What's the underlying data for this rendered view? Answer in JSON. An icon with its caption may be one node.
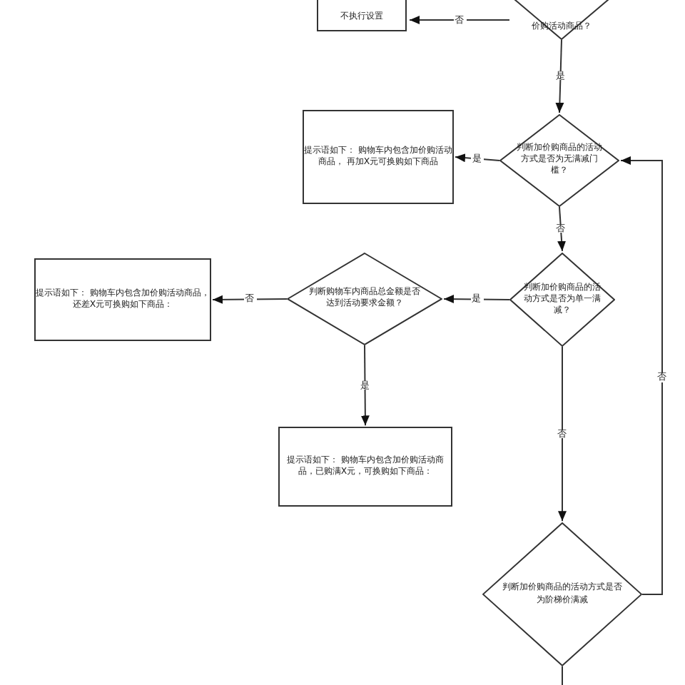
{
  "diagram": {
    "nodes": [
      {
        "text": [
          "不执行设置"
        ]
      },
      {
        "text": [
          "价购活动商品？"
        ]
      },
      {
        "text": [
          "判断加价购商品的活动方式是否为无满减门槛？"
        ]
      },
      {
        "text": [
          "提示语如下： 购物车内包含加价购活动商品， 再加X元可换购如下商品"
        ]
      },
      {
        "text": [
          "判断加价购商品的活动方式是否为单一满减？"
        ]
      },
      {
        "text": [
          "判断购物车内商品总金额是否达到活动要求金额？"
        ]
      },
      {
        "text": [
          "提示语如下： 购物车内包含加价购活动商品，还差X元可换购如下商品："
        ]
      },
      {
        "text": [
          "提示语如下： 购物车内包含加价购活动商品，已购满X元，可换购如下商品："
        ]
      },
      {
        "text": [
          "判断加价购商品的活动方式是否为阶梯价满减"
        ]
      }
    ],
    "edges": [
      {
        "from": 1,
        "to": 0,
        "arrow": "to",
        "label": "否"
      },
      {
        "from": 1,
        "to": 2,
        "arrow": "to",
        "label": "是"
      },
      {
        "from": 2,
        "to": 3,
        "arrow": "to",
        "label": "是"
      },
      {
        "from": 2,
        "to": 4,
        "arrow": "to",
        "label": "否"
      },
      {
        "from": 4,
        "to": 5,
        "arrow": "to",
        "label": "是"
      },
      {
        "from": 5,
        "to": 6,
        "arrow": "to",
        "label": "否"
      },
      {
        "from": 5,
        "to": 7,
        "arrow": "to",
        "label": "是"
      },
      {
        "from": 4,
        "to": 8,
        "arrow": "to",
        "label": "否"
      },
      {
        "from": 8,
        "to": 2,
        "arrow": "to",
        "label": "否"
      },
      {
        "from": 8,
        "to": null,
        "arrow": "none"
      }
    ]
  }
}
